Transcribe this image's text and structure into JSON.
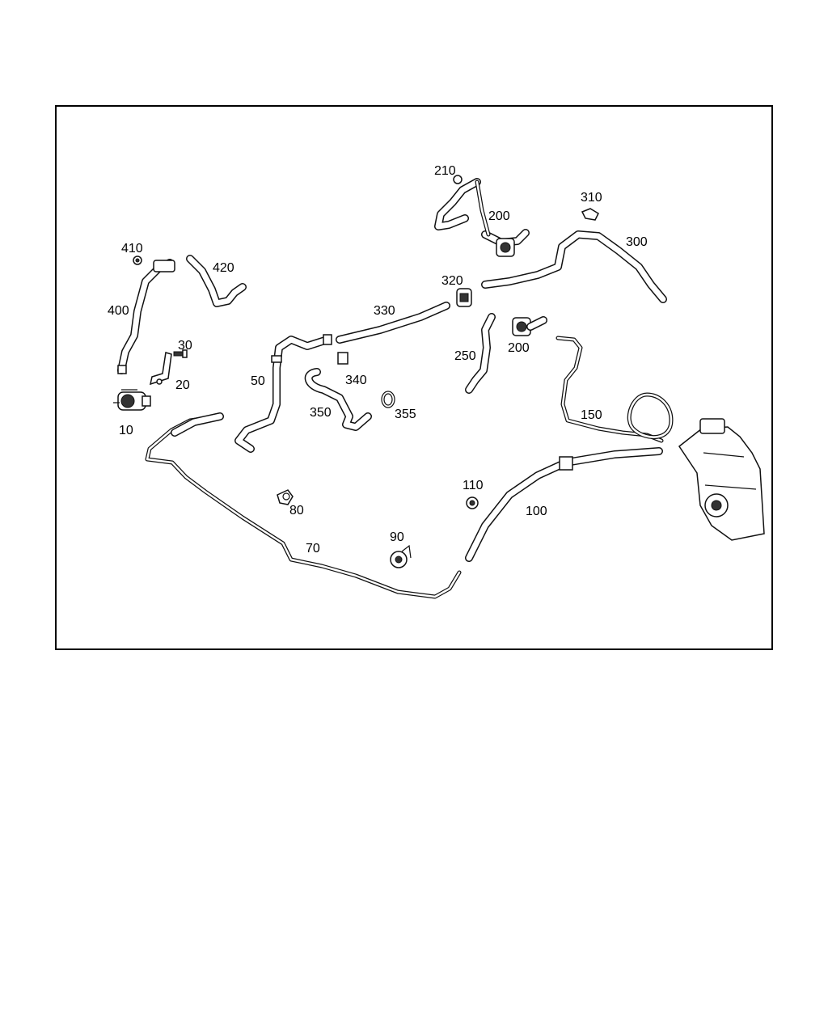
{
  "diagram": {
    "callouts": {
      "c10": "10",
      "c20": "20",
      "c30": "30",
      "c50": "50",
      "c70": "70",
      "c80": "80",
      "c90": "90",
      "c100": "100",
      "c110": "110",
      "c150": "150",
      "c200a": "200",
      "c200b": "200",
      "c210": "210",
      "c250": "250",
      "c300": "300",
      "c310": "310",
      "c320": "320",
      "c330": "330",
      "c340": "340",
      "c350": "350",
      "c355": "355",
      "c400": "400",
      "c410": "410",
      "c420": "420"
    }
  }
}
